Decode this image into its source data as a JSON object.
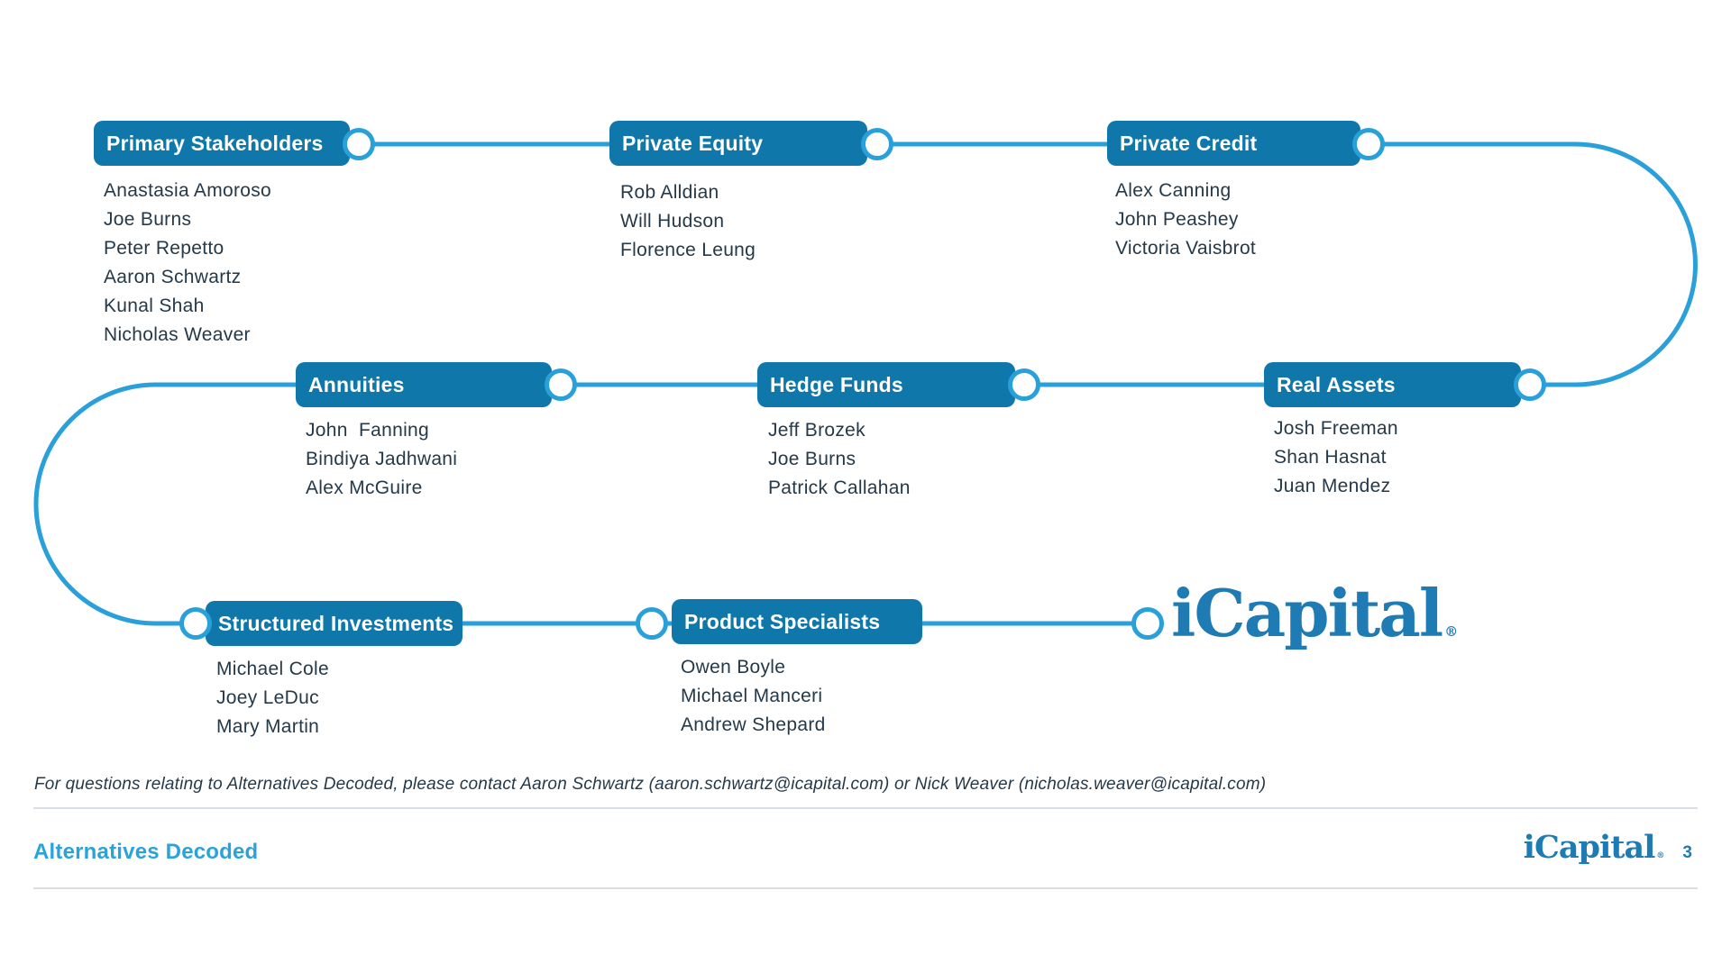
{
  "colors": {
    "box_fill": "#0f77a9",
    "connector": "#2aa0da",
    "name_text": "#263949",
    "accent_light": "#2aa3dd",
    "logo_blue": "#1e7bb3",
    "divider": "#d9dee4"
  },
  "diagram": {
    "groups": [
      {
        "label": "Primary Stakeholders",
        "names": [
          "Anastasia Amoroso",
          "Joe Burns",
          "Peter Repetto",
          "Aaron Schwartz",
          "Kunal Shah",
          "Nicholas Weaver"
        ]
      },
      {
        "label": "Private Equity",
        "names": [
          "Rob Alldian",
          "Will Hudson",
          "Florence Leung"
        ]
      },
      {
        "label": "Private Credit",
        "names": [
          "Alex Canning",
          "John Peashey",
          "Victoria Vaisbrot"
        ]
      },
      {
        "label": "Annuities",
        "names": [
          "John  Fanning",
          "Bindiya Jadhwani",
          "Alex McGuire"
        ]
      },
      {
        "label": "Hedge Funds",
        "names": [
          "Jeff Brozek",
          "Joe Burns",
          "Patrick Callahan"
        ]
      },
      {
        "label": "Real Assets",
        "names": [
          "Josh Freeman",
          "Shan Hasnat",
          "Juan Mendez"
        ]
      },
      {
        "label": "Structured Investments",
        "names": [
          "Michael Cole",
          "Joey LeDuc",
          "Mary Martin"
        ]
      },
      {
        "label": "Product Specialists",
        "names": [
          "Owen Boyle",
          "Michael Manceri",
          "Andrew Shepard"
        ]
      }
    ]
  },
  "logo": {
    "text": "iCapital",
    "reg": "®"
  },
  "footnote": "For questions relating to Alternatives Decoded, please contact Aaron Schwartz (aaron.schwartz@icapital.com) or Nick Weaver (nicholas.weaver@icapital.com)",
  "footer": {
    "left_title": "Alternatives Decoded",
    "page_number": "3"
  }
}
